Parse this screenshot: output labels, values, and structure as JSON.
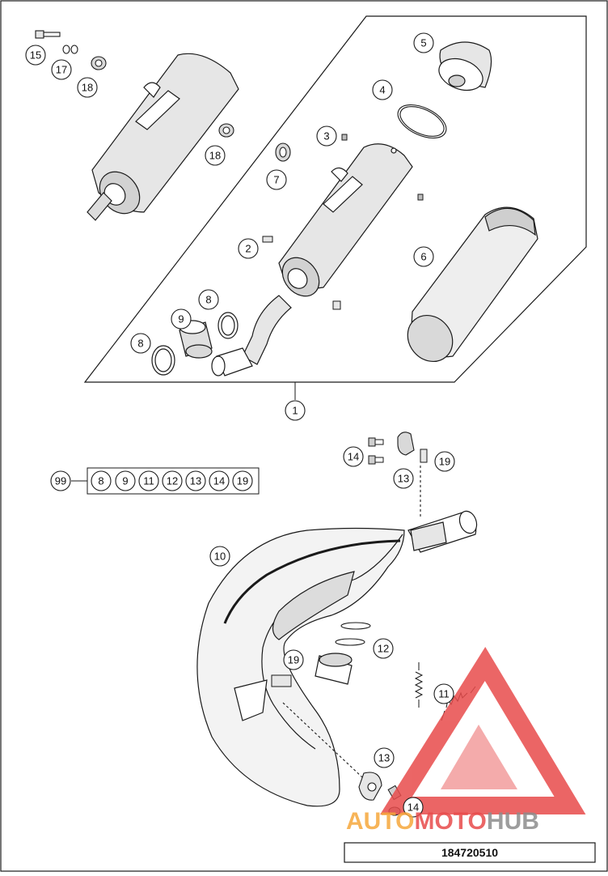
{
  "diagram": {
    "part_number": "184720510",
    "watermark": {
      "part1": "AUTO",
      "part2": "MOTO",
      "part3": "HUB"
    },
    "set_label": "99",
    "set_members": [
      "8",
      "9",
      "11",
      "12",
      "13",
      "14",
      "19"
    ],
    "callouts": {
      "c1": "1",
      "c2": "2",
      "c3": "3",
      "c4": "4",
      "c5": "5",
      "c6": "6",
      "c7": "7",
      "c8a": "8",
      "c8b": "8",
      "c9": "9",
      "c10": "10",
      "c11": "11",
      "c12": "12",
      "c13a": "13",
      "c13b": "13",
      "c14a": "14",
      "c14b": "14",
      "c15": "15",
      "c17": "17",
      "c18a": "18",
      "c18b": "18",
      "c19a": "19",
      "c19b": "19"
    },
    "colors": {
      "line": "#1a1a1a",
      "shade": "#e6e6e6",
      "mark_red": "#e84b4b",
      "mark_orange": "#f6a73b",
      "mark_gray": "#8c8c8c"
    }
  }
}
